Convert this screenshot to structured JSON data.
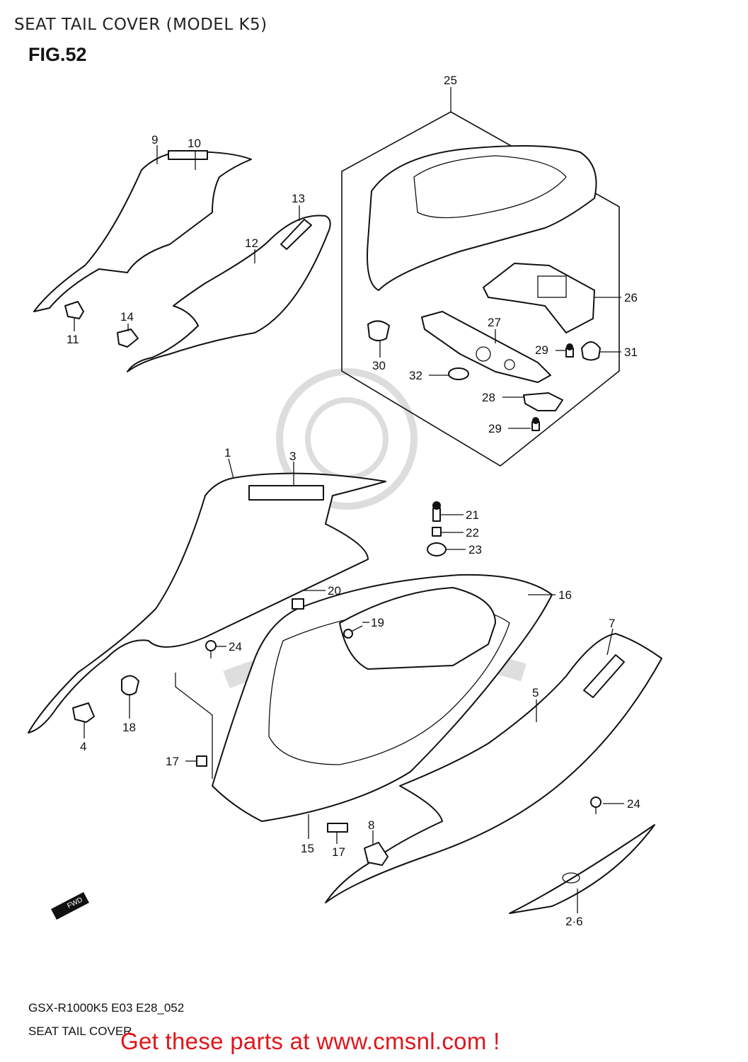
{
  "header": {
    "title": "SEAT TAIL COVER (MODEL K5)",
    "figure": "FIG.52"
  },
  "callouts": {
    "c1": "1",
    "c2_6": "2·6",
    "c3": "3",
    "c4": "4",
    "c5": "5",
    "c7": "7",
    "c8": "8",
    "c9": "9",
    "c10": "10",
    "c11": "11",
    "c12": "12",
    "c13": "13",
    "c14": "14",
    "c15": "15",
    "c16": "16",
    "c17a": "17",
    "c17b": "17",
    "c18": "18",
    "c19": "19",
    "c20": "20",
    "c21": "21",
    "c22": "22",
    "c23": "23",
    "c24a": "24",
    "c24b": "24",
    "c25": "25",
    "c26": "26",
    "c27": "27",
    "c28": "28",
    "c29a": "29",
    "c29b": "29",
    "c30": "30",
    "c31": "31",
    "c32": "32"
  },
  "fwd_label": "FWD",
  "footer": {
    "code": "GSX-R1000K5 E03 E28_052",
    "title": "SEAT TAIL COVER",
    "promo": "Get these parts at www.cmsnl.com !"
  },
  "colors": {
    "line": "#111111",
    "promo": "#e0151b",
    "background": "#ffffff"
  }
}
